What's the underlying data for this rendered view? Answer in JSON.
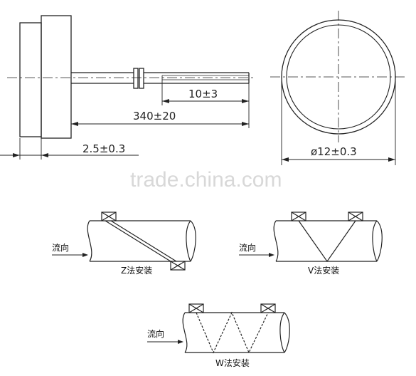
{
  "dimensions": {
    "wire_segment": "10±3",
    "cable_length": "340±20",
    "thickness": "2.5±0.3",
    "diameter": "ø12±0.3"
  },
  "watermark": "trade.china.com",
  "methods": {
    "flow_label": "流向",
    "z": "Z法安装",
    "v": "V法安装",
    "w": "W法安装"
  }
}
